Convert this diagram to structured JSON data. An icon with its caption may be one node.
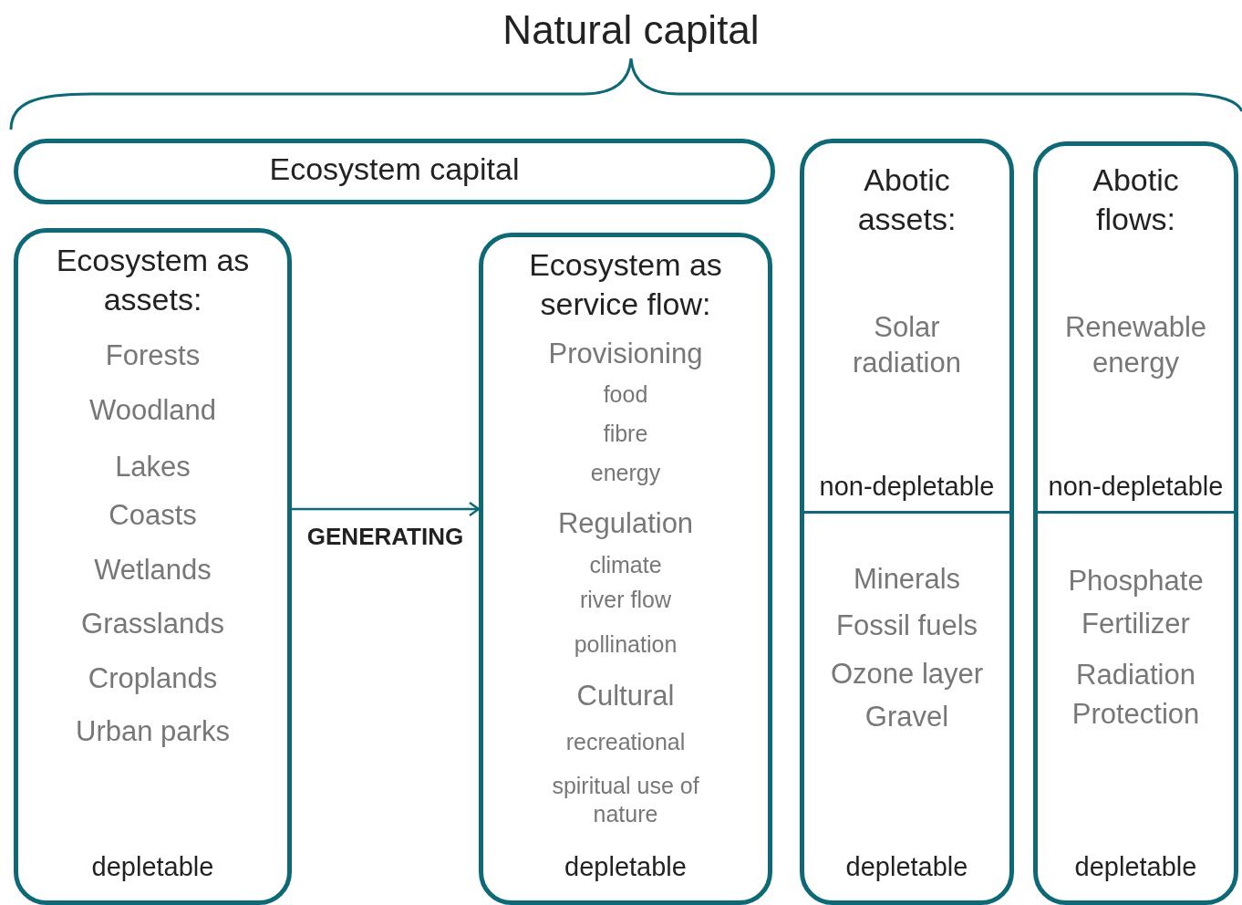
{
  "diagram": {
    "title": "Natural capital",
    "nodes": [
      {
        "text": [
          "Ecosystem capital"
        ]
      },
      {
        "text": [
          "Ecosystem as assets:",
          "Forests",
          "Woodland",
          "Lakes",
          "Coasts",
          "Wetlands",
          "Grasslands",
          "Croplands",
          "Urban parks",
          "depletable"
        ]
      },
      {
        "text": [
          "Ecosystem as service flow:",
          "Provisioning",
          "food",
          "fibre",
          "energy",
          "Regulation",
          "climate",
          "river flow",
          "pollination",
          "Cultural",
          "recreational",
          "spiritual use of nature",
          "depletable"
        ]
      },
      {
        "text": [
          "Abotic assets:",
          "Solar radiation",
          "non-depletable",
          "Minerals",
          "Fossil fuels",
          "Ozone layer",
          "Gravel",
          "depletable"
        ]
      },
      {
        "text": [
          "Abotic flows:",
          "Renewable energy",
          "non-depletable",
          "Phosphate",
          "Fertilizer",
          "Radiation",
          "Protection",
          "depletable"
        ]
      }
    ],
    "edges": [
      {
        "from": 1,
        "to": 2,
        "arrow": "to",
        "label": "GENERATING"
      }
    ]
  }
}
